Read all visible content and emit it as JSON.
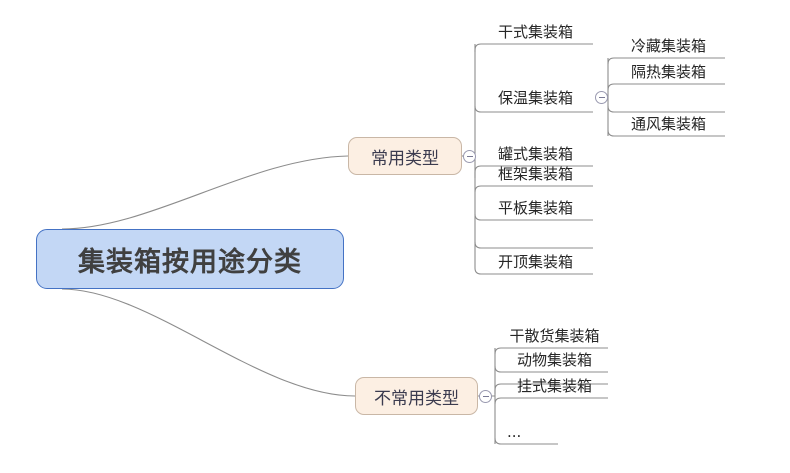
{
  "diagram": {
    "type": "mindmap",
    "root": {
      "label": "集装箱按用途分类",
      "fill": "#c3d7f5",
      "border": "#4472c4"
    },
    "branches": [
      {
        "id": "common",
        "label": "常用类型",
        "fill": "#fcefe3",
        "border": "#c9b7a6",
        "toggle": "collapse-minus-icon",
        "children": [
          {
            "label": "干式集装箱"
          },
          {
            "label": "保温集装箱",
            "toggle": "collapse-minus-icon",
            "children": [
              {
                "label": "冷藏集装箱"
              },
              {
                "label": "隔热集装箱"
              },
              {
                "label": "通风集装箱"
              }
            ]
          },
          {
            "label": "罐式集装箱"
          },
          {
            "label": "框架集装箱"
          },
          {
            "label": "平板集装箱"
          },
          {
            "label": "开顶集装箱"
          }
        ]
      },
      {
        "id": "uncommon",
        "label": "不常用类型",
        "fill": "#fcefe3",
        "border": "#c9b7a6",
        "toggle": "collapse-minus-icon",
        "children": [
          {
            "label": "干散货集装箱"
          },
          {
            "label": "动物集装箱"
          },
          {
            "label": "挂式集装箱"
          },
          {
            "label": "..."
          }
        ]
      }
    ],
    "line_color": "#8c8c8c"
  }
}
